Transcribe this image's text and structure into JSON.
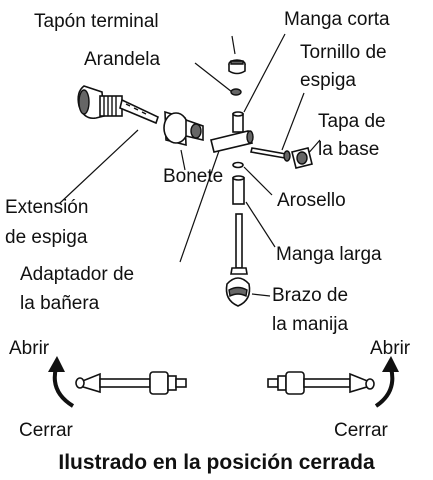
{
  "labels": {
    "tapon_terminal": "Tapón terminal",
    "manga_corta": "Manga corta",
    "arandela": "Arandela",
    "tornillo_line1": "Tornillo de",
    "tornillo_line2": "espiga",
    "tapa_line1": "Tapa de",
    "tapa_line2": "la base",
    "bonete": "Bonete",
    "arosello": "Arosello",
    "extension_line1": "Extensión",
    "extension_line2": "de espiga",
    "manga_larga": "Manga larga",
    "adaptador_line1": "Adaptador de",
    "adaptador_line2": "la bañera",
    "brazo_line1": "Brazo de",
    "brazo_line2": "la manija",
    "abrir_left": "Abrir",
    "abrir_right": "Abrir",
    "cerrar_left": "Cerrar",
    "cerrar_right": "Cerrar"
  },
  "caption": "Ilustrado en la posición cerrada"
}
